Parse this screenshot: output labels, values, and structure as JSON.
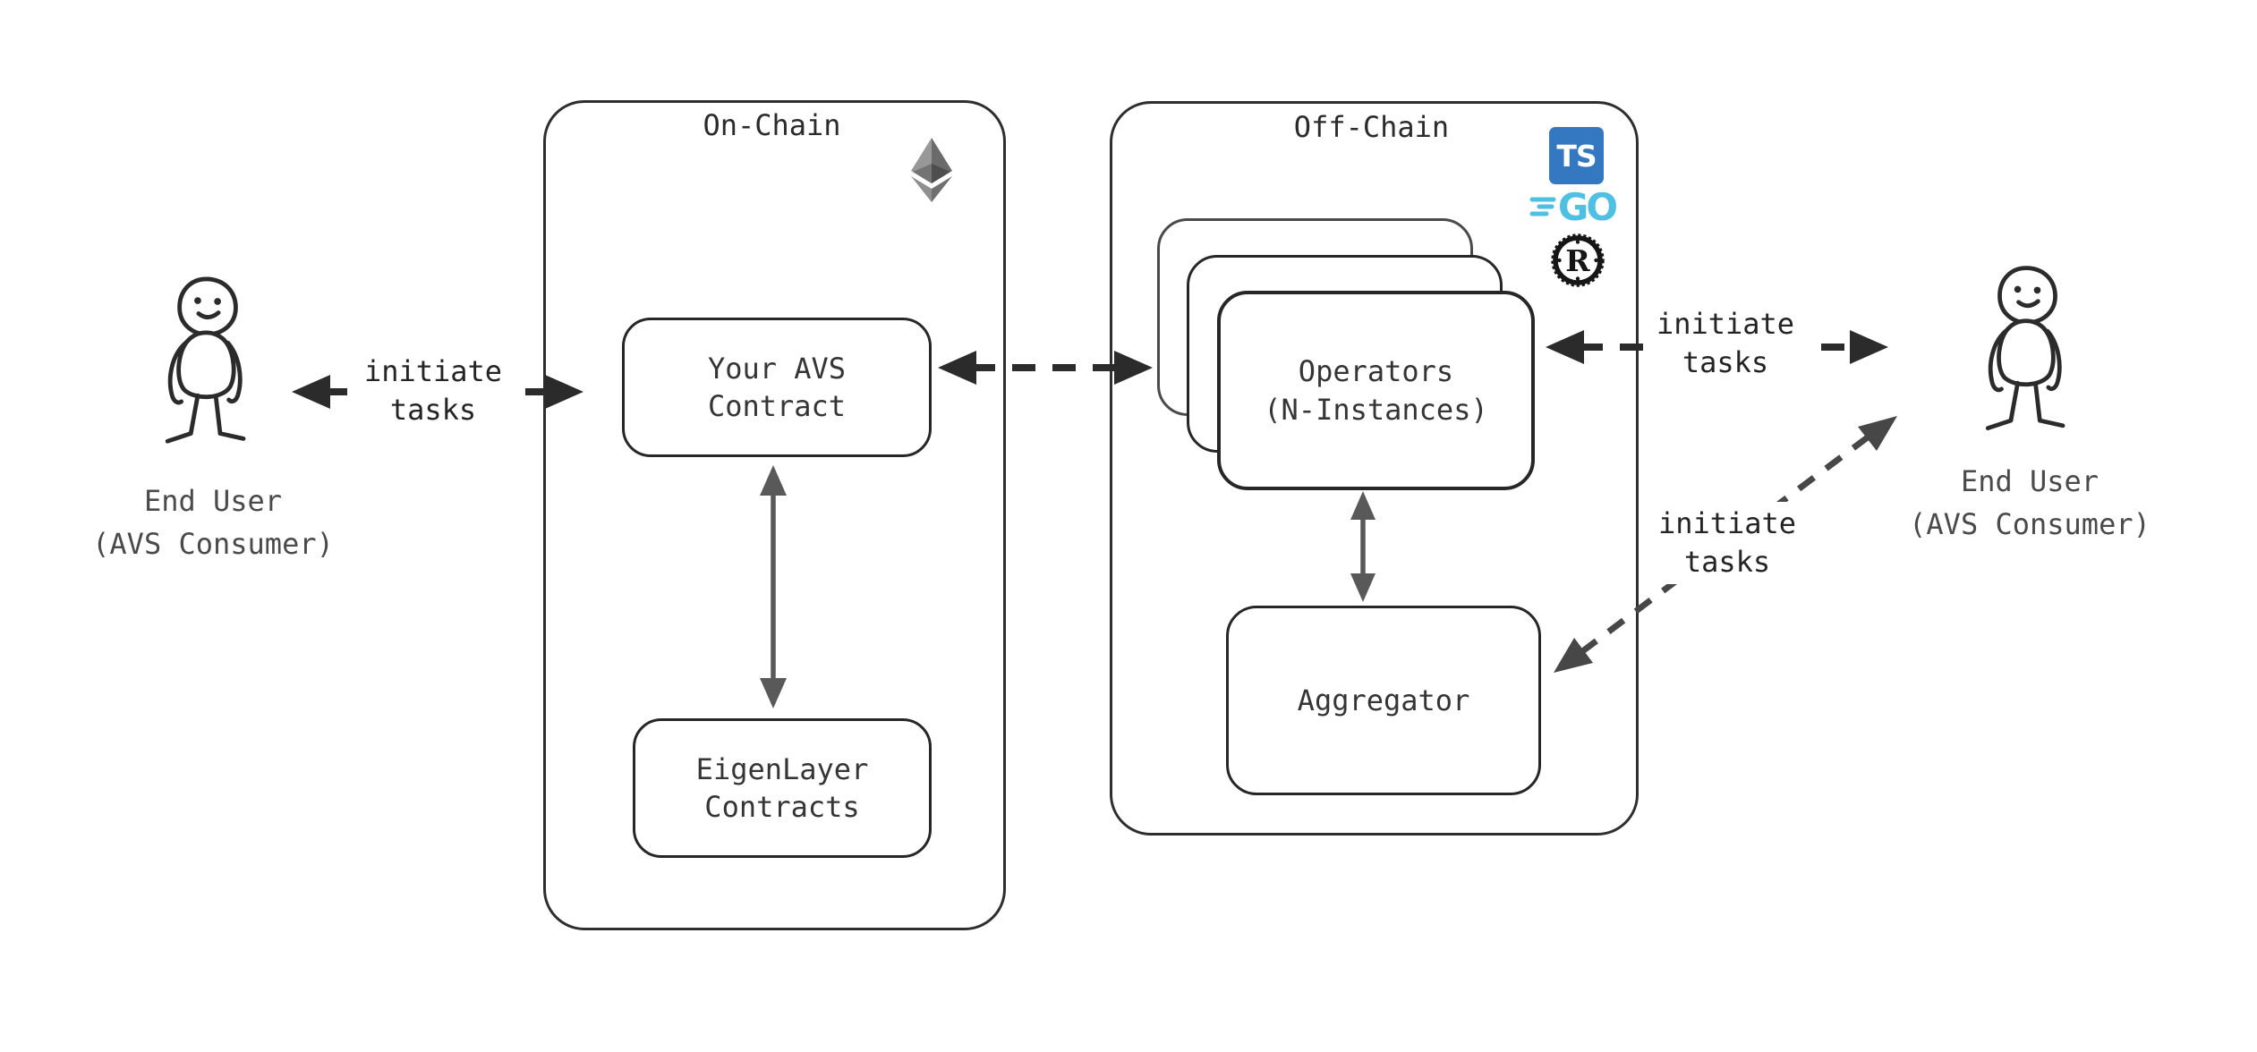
{
  "on_chain": {
    "title": "On-Chain"
  },
  "off_chain": {
    "title": "Off-Chain"
  },
  "nodes": {
    "avs_contract": "Your AVS\nContract",
    "eigenlayer": "EigenLayer\nContracts",
    "operators": "Operators\n(N-Instances)",
    "aggregator": "Aggregator"
  },
  "edges": {
    "user_left_to_contract": "initiate\ntasks",
    "user_right_to_operators": "initiate\ntasks",
    "user_right_to_aggregator": "initiate\ntasks"
  },
  "actors": {
    "left": "End User\n(AVS Consumer)",
    "right": "End User\n(AVS Consumer)"
  },
  "icons": {
    "typescript": "TS",
    "go": "GO",
    "rust": "R"
  },
  "colors": {
    "ink": "#2e2e2e",
    "dashed_arrow": "#2b2b2b",
    "diagonal_arrow": "#474747",
    "solid_arrow": "#595959",
    "typescript_blue": "#3578C2",
    "go_cyan": "#4FC0E2",
    "rust_black": "#161616",
    "eth_gray_light": "#989898",
    "eth_gray_dark": "#5f5f5f",
    "background": "#ffffff"
  }
}
